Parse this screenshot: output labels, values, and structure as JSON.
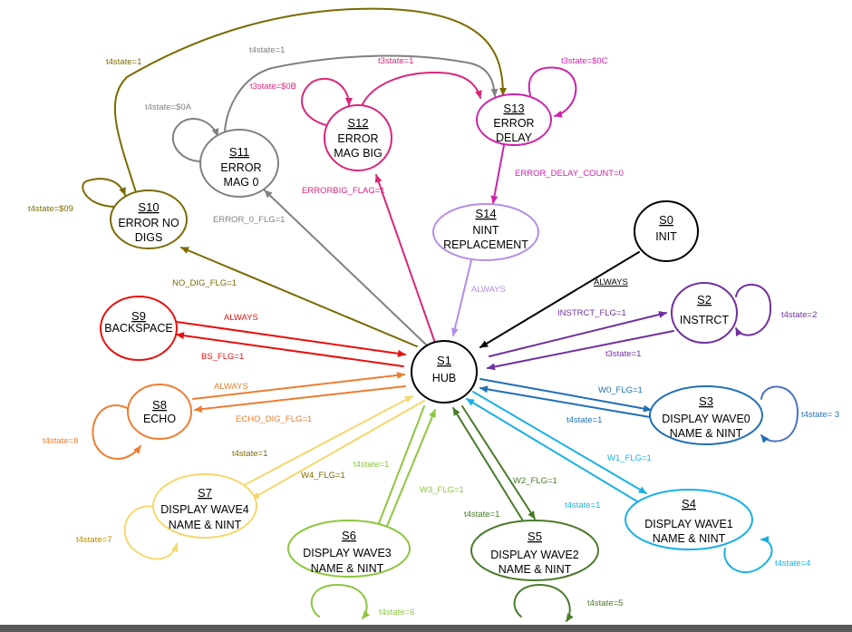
{
  "states": [
    {
      "key": "s0",
      "id": "S0",
      "lines": [
        "INIT"
      ],
      "color": "#000000"
    },
    {
      "key": "s1",
      "id": "S1",
      "lines": [
        "HUB"
      ],
      "color": "#000000"
    },
    {
      "key": "s2",
      "id": "S2",
      "lines": [
        "INSTRCT"
      ],
      "color": "#7030a0"
    },
    {
      "key": "s3",
      "id": "S3",
      "lines": [
        "DISPLAY WAVE0",
        "NAME & NINT"
      ],
      "color": "#1f6fb5"
    },
    {
      "key": "s4",
      "id": "S4",
      "lines": [
        "DISPLAY WAVE1",
        "NAME & NINT"
      ],
      "color": "#18b0e6"
    },
    {
      "key": "s5",
      "id": "S5",
      "lines": [
        "DISPLAY WAVE2",
        "NAME & NINT"
      ],
      "color": "#4a7a2a"
    },
    {
      "key": "s6",
      "id": "S6",
      "lines": [
        "DISPLAY WAVE3",
        "NAME & NINT"
      ],
      "color": "#8cc63f"
    },
    {
      "key": "s7",
      "id": "S7",
      "lines": [
        "DISPLAY WAVE4",
        "NAME & NINT"
      ],
      "color": "#f5d76e"
    },
    {
      "key": "s8",
      "id": "S8",
      "lines": [
        "ECHO"
      ],
      "color": "#ed7d31"
    },
    {
      "key": "s9",
      "id": "S9",
      "lines": [
        "BACKSPACE"
      ],
      "color": "#e81010"
    },
    {
      "key": "s10",
      "id": "S10",
      "lines": [
        "ERROR NO",
        "DIGS"
      ],
      "color": "#7a6a00"
    },
    {
      "key": "s11",
      "id": "S11",
      "lines": [
        "ERROR",
        "MAG 0"
      ],
      "color": "#808080"
    },
    {
      "key": "s12",
      "id": "S12",
      "lines": [
        "ERROR",
        "MAG BIG"
      ],
      "color": "#d9267a"
    },
    {
      "key": "s13",
      "id": "S13",
      "lines": [
        "ERROR",
        "DELAY"
      ],
      "color": "#cc22aa"
    },
    {
      "key": "s14",
      "id": "S14",
      "lines": [
        "NINT",
        "REPLACEMENT"
      ],
      "color": "#b48ee8"
    }
  ],
  "edge_labels": {
    "s0_to_s1": "ALWAYS",
    "s1_to_s2": "INSTRCT_FLG=1",
    "s2_self": "t4state=2",
    "s2_to_s1": "t3state=1",
    "s1_to_s3": "W0_FLG=1",
    "s3_to_s1": "t4state=1",
    "s3_self": "t4state= 3",
    "s1_to_s4": "W1_FLG=1",
    "s4_to_s1": "t4state=1",
    "s4_self": "t4state=4",
    "s1_to_s5": "W2_FLG=1",
    "s5_to_s1": "t4state=1",
    "s5_self": "t4state=5",
    "s1_to_s6": "W3_FLG=1",
    "s6_to_s1": "t4state=1",
    "s6_self": "t4state=6",
    "s1_to_s7": "W4_FLG=1",
    "s7_to_s1": "t4state=1",
    "s7_self": "t4state=7",
    "s8_to_s1": "ALWAYS",
    "s1_to_s8": "ECHO_DIG_FLG=1",
    "s8_self": "t4state=8",
    "s9_to_s1": "ALWAYS",
    "s1_to_s9": "BS_FLG=1",
    "s1_to_s10": "NO_DIG_FLG=1",
    "s10_self": "t4state=$09",
    "s10_to_s13": "t4state=1",
    "s1_to_s11": "ERROR_0_FLG=1",
    "s11_self": "t4state=$0A",
    "s11_to_s13": "t4state=1",
    "s1_to_s12": "ERRORBIG_FLAG=1",
    "s12_self": "t3state=$0B",
    "s12_to_s13": "t3state=1",
    "s13_self": "t3state=$0C",
    "s13_to_s14": "ERROR_DELAY_COUNT=0",
    "s14_to_s1": "ALWAYS"
  }
}
